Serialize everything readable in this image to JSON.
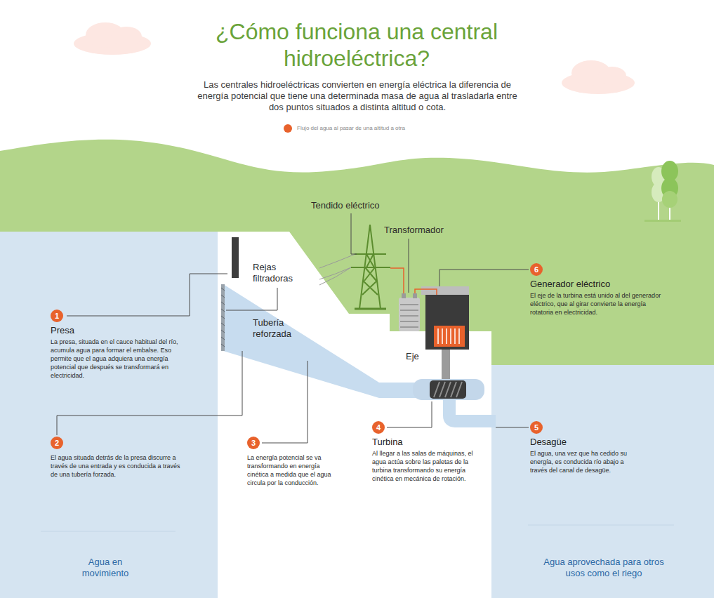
{
  "diagram": {
    "title": "¿Cómo funciona una central hidroeléctrica?",
    "nodes": [
      {
        "text": [
          "1",
          "Presa",
          "La presa, situada en el cauce habitual del río, acumula agua para formar el embalse. Eso permite que el agua adquiera una energía potencial que después se transformará en electricidad."
        ]
      },
      {
        "text": [
          "2",
          "El agua situada detrás de la presa discurre a través de una entrada y es conducida a través de una tubería forzada."
        ]
      },
      {
        "text": [
          "3",
          "La energía potencial se va transformando en energía cinética a medida que el agua circula por la conducción."
        ]
      },
      {
        "text": [
          "4",
          "Turbina",
          "Al llegar a las salas de máquinas, el agua actúa sobre las paletas de la turbina transformando su energía cinética en mecánica de rotación."
        ]
      },
      {
        "text": [
          "5",
          "Desagüe",
          "El agua, una vez que ha cedido su energía, es conducida río abajo a través del canal de desagüe."
        ]
      },
      {
        "text": [
          "6",
          "Generador eléctrico",
          "El eje de la turbina está unido al del generador eléctrico, que al girar convierte la energía rotatoria en electricidad."
        ]
      }
    ],
    "labels": [
      "Las centrales hidroeléctricas convierten en energía eléctrica la diferencia de energía potencial que tiene una determinada masa de agua al trasladarla entre dos puntos situados a distinta altitud o cota.",
      "Tendido eléctrico",
      "Transformador",
      "Rejas filtradoras",
      "Tubería reforzada",
      "Eje",
      "Agua en movimiento",
      "Agua aprovechada para otros usos como el riego"
    ],
    "legend": [
      {
        "text": "Flujo del agua al pasar de una altitud a otra",
        "color": "#e8622c"
      }
    ]
  }
}
